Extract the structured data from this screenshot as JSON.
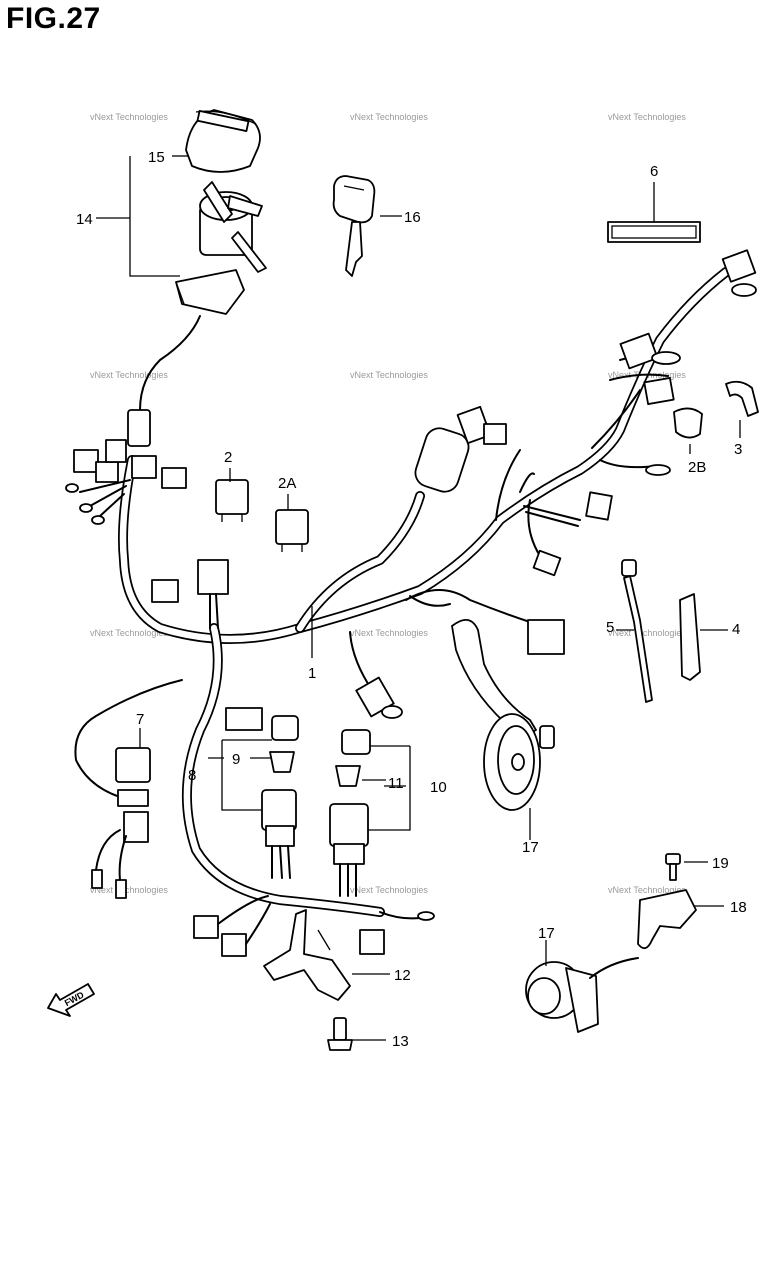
{
  "figure": {
    "title": "FIG.27"
  },
  "watermark": {
    "text": "vNext Technologies"
  },
  "direction_marker": {
    "text": "FWD"
  },
  "callouts": {
    "c1": "1",
    "c2": "2",
    "c2a": "2A",
    "c2b": "2B",
    "c3": "3",
    "c4": "4",
    "c5": "5",
    "c6": "6",
    "c7": "7",
    "c8": "8",
    "c9": "9",
    "c10": "10",
    "c11": "11",
    "c12": "12",
    "c13": "13",
    "c14": "14",
    "c15": "15",
    "c16": "16",
    "c17a": "17",
    "c17b": "17",
    "c18": "18",
    "c19": "19"
  }
}
